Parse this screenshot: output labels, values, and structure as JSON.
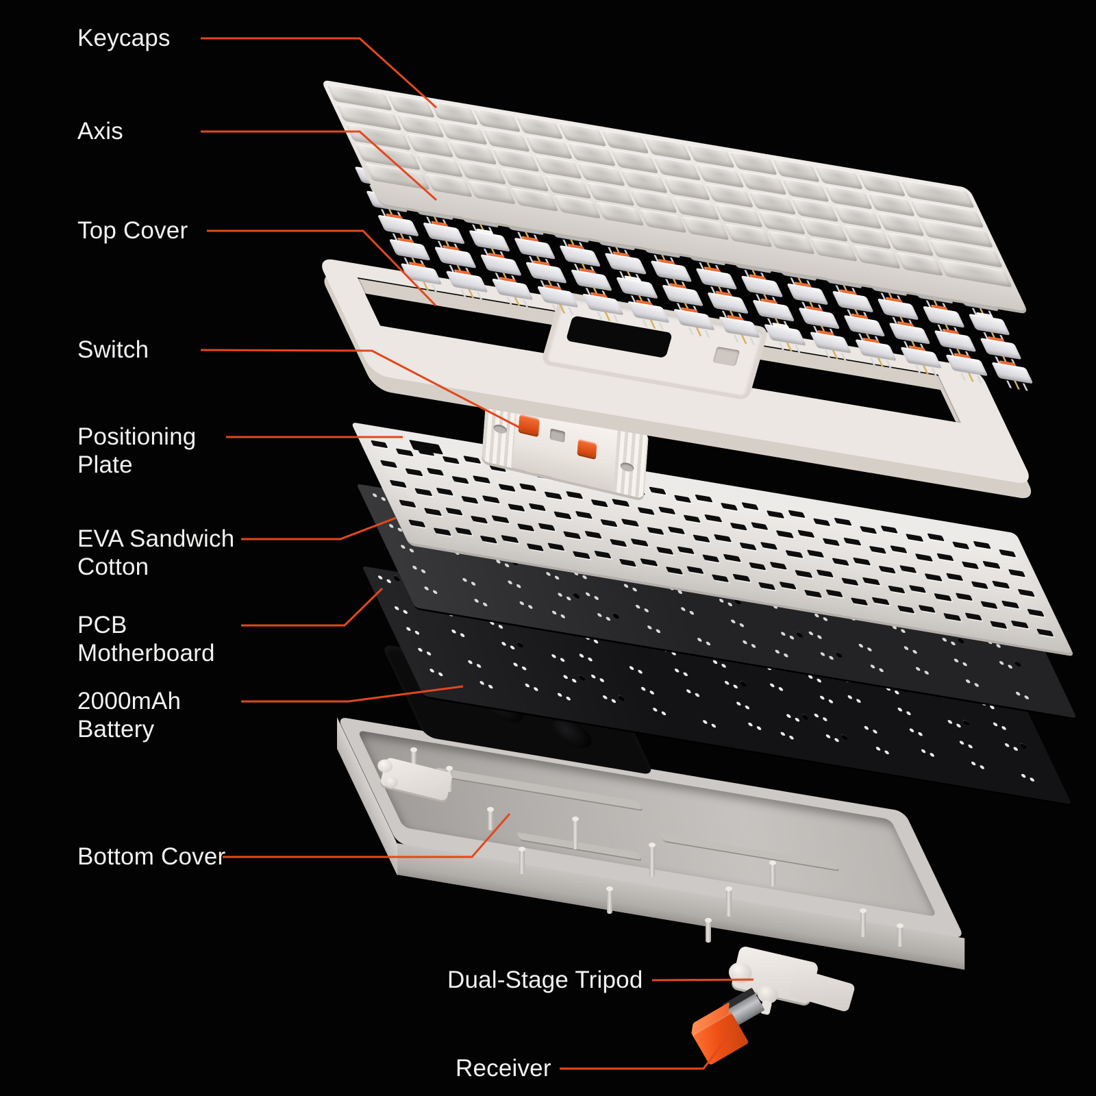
{
  "diagram": {
    "type": "exploded-view",
    "subject": "wireless mechanical keyboard components",
    "background_color": "#030303",
    "accent_color": "#E2481C",
    "label_text_color": "#F3F2F1",
    "labels": {
      "keycaps": "Keycaps",
      "axis": "Axis",
      "top_cover": "Top Cover",
      "switch": "Switch",
      "positioning_plate": "Positioning\nPlate",
      "eva_sandwich_cotton": "EVA Sandwich\nCotton",
      "pcb_motherboard": "PCB\nMotherboard",
      "battery_2000mah": "2000mAh\nBattery",
      "bottom_cover": "Bottom Cover",
      "dual_stage_tripod": "Dual-Stage Tripod",
      "receiver": "Receiver"
    },
    "part_colors": {
      "keycaps": "#DDD9D5",
      "switch_stem_orange": "#D94F1E",
      "switch_stem_white": "#E9E9EC",
      "switch_housing": "#E6E6E9",
      "top_cover": "#ECE7E2",
      "switch_plate": "#F0EBE6",
      "positioning_plate": "#E8E5E2",
      "eva_sandwich_cotton": "#232325",
      "pcb_motherboard": "#131316",
      "battery": "#0B0B0C",
      "bottom_cover": "#C9C5C2",
      "tripod": "#E9E5E1",
      "receiver_body": "#EE5115",
      "receiver_usb": "#A9A9AC",
      "leader_line": "#E2481C"
    }
  }
}
